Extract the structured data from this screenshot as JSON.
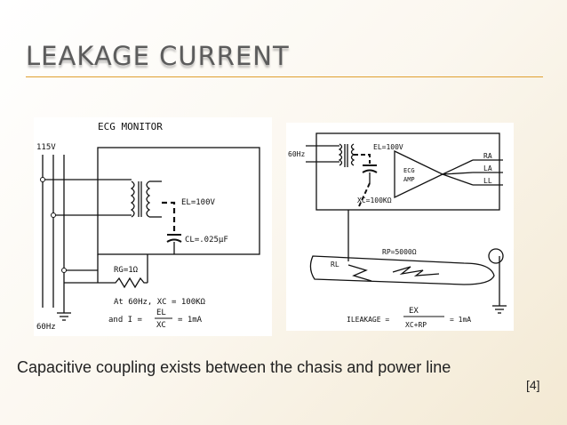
{
  "slide": {
    "title": "LEAKAGE CURRENT",
    "caption": "Capacitive coupling exists between the chasis and power line",
    "reference": "[4]"
  },
  "figure_left": {
    "heading": "ECG MONITOR",
    "supply_label": "115V",
    "freq_label": "60Hz",
    "el_label": "EL=100V",
    "cl_label": "CL=.025μF",
    "rg_label": "RG=1Ω",
    "calc_line1": "At 60Hz, XC = 100KΩ",
    "calc_line2_prefix": "and I =",
    "calc_num": "EL",
    "calc_den": "XC",
    "calc_result": "= 1mA"
  },
  "figure_right": {
    "freq_label": "60Hz",
    "el_label": "EL=100V",
    "amp_line1": "ECG",
    "amp_line2": "AMP",
    "lead_ra": "RA",
    "lead_la": "LA",
    "lead_ll": "LL",
    "xc_label": "XC=100KΩ",
    "rp_label": "RP=5000Ω",
    "rl_label": "RL",
    "formula_lhs": "ILEAKAGE =",
    "formula_num": "EX",
    "formula_den": "XC+RP",
    "formula_result": "= 1mA"
  }
}
